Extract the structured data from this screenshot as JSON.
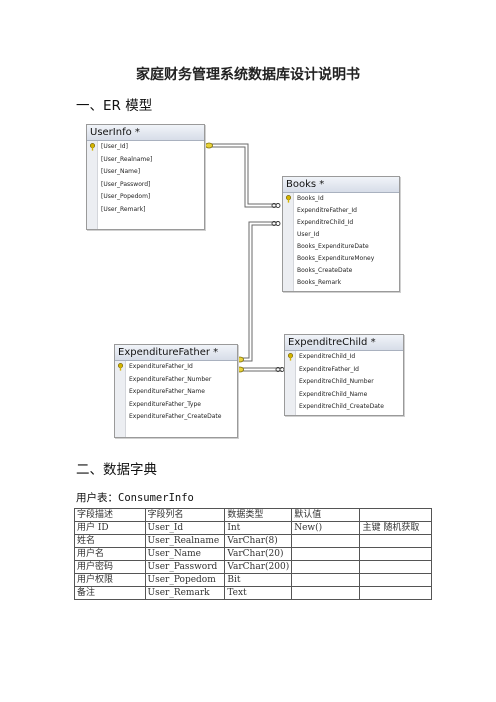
{
  "doc": {
    "title": "家庭财务管理系统数据库设计说明书",
    "section1": "一、ER 模型",
    "section2": "二、数据字典",
    "user_table_caption": "用户表：ConsumerInfo"
  },
  "er": {
    "userinfo": {
      "title": "UserInfo *",
      "fields": [
        "[User_Id]",
        "[User_Realname]",
        "[User_Name]",
        "[User_Password]",
        "[User_Popedom]",
        "[User_Remark]"
      ],
      "key_field": 0
    },
    "books": {
      "title": "Books *",
      "fields": [
        "Books_Id",
        "ExpenditreFather_Id",
        "ExpenditreChild_Id",
        "User_Id",
        "Books_ExpenditureDate",
        "Books_ExpenditureMoney",
        "Books_CreateDate",
        "Books_Remark"
      ],
      "key_field": 0
    },
    "expenditurefather": {
      "title": "ExpenditureFather *",
      "fields": [
        "ExpenditureFather_Id",
        "ExpenditureFather_Number",
        "ExpenditureFather_Name",
        "ExpenditureFather_Type",
        "ExpenditureFather_CreateDate"
      ],
      "key_field": 0
    },
    "expenditrechild": {
      "title": "ExpenditreChild *",
      "fields": [
        "ExpenditreChild_Id",
        "ExpenditreFather_Id",
        "ExpenditreChild_Number",
        "ExpenditreChild_Name",
        "ExpenditreChild_CreateDate"
      ],
      "key_field": 0
    }
  },
  "dictionary": {
    "headers": [
      "字段描述",
      "字段列名",
      "数据类型",
      "默认值",
      ""
    ],
    "rows": [
      [
        "用户 ID",
        "User_Id",
        "Int",
        "New()",
        "主键 随机获取"
      ],
      [
        "姓名",
        "User_Realname",
        "VarChar(8)",
        "",
        ""
      ],
      [
        "用户名",
        "User_Name",
        "VarChar(20)",
        "",
        ""
      ],
      [
        "用户密码",
        "User_Password",
        "VarChar(200)",
        "",
        ""
      ],
      [
        "用户权限",
        "User_Popedom",
        "Bit",
        "",
        ""
      ],
      [
        "备注",
        "User_Remark",
        "Text",
        "",
        ""
      ]
    ]
  },
  "colors": {
    "header_gradient_top": "#f1f4f9",
    "header_gradient_bottom": "#d7dde8",
    "key_icon": "#d4b400",
    "relationship_line": "#6a6a6a"
  }
}
